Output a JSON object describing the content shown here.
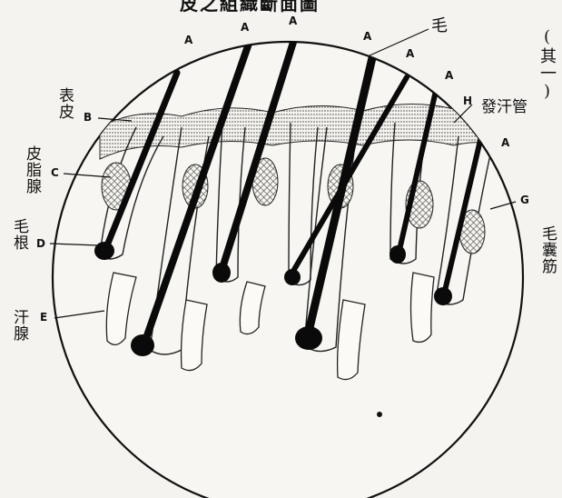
{
  "title": "皮之組織斷面圖",
  "plate_number": "(其一)",
  "labels": {
    "hair": "毛",
    "sweat_duct": "發汗管",
    "epidermis": "表皮",
    "sebaceous_gland": "皮脂腺",
    "hair_root": "毛根",
    "sweat_gland": "汗腺",
    "follicle_muscle": "毛囊筋"
  },
  "letters": {
    "A": "A",
    "B": "B",
    "C": "C",
    "D": "D",
    "E": "E",
    "G": "G",
    "H": "H"
  }
}
